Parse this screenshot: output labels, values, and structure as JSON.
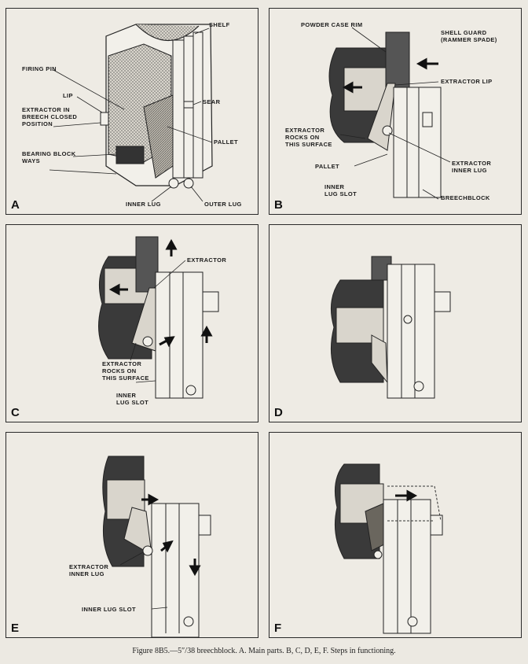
{
  "caption": "Figure 8B5.—5″/38 breechblock.   A. Main parts.   B, C, D, E, F.   Steps in functioning.",
  "panels": {
    "a": {
      "letter": "A",
      "labels": {
        "shelf": "SHELF",
        "firing_pin": "FIRING PIN",
        "lip": "LIP",
        "extractor_closed": "EXTRACTOR IN\nBREECH CLOSED\nPOSITION",
        "sear": "SEAR",
        "pallet": "PALLET",
        "bearing_block": "BEARING BLOCK\nWAYS",
        "inner_lug": "INNER LUG",
        "outer_lug": "OUTER LUG"
      }
    },
    "b": {
      "letter": "B",
      "labels": {
        "powder_case_rim": "POWDER CASE RIM",
        "shell_guard": "SHELL GUARD\n(RAMMER SPADE)",
        "extractor_lip": "EXTRACTOR LIP",
        "extractor_rocks": "EXTRACTOR\nROCKS ON\nTHIS SURFACE",
        "extractor_inner_lug": "EXTRACTOR\nINNER LUG",
        "pallet": "PALLET",
        "inner_lug_slot": "INNER\nLUG SLOT",
        "breechblock": "BREECHBLOCK"
      }
    },
    "c": {
      "letter": "C",
      "labels": {
        "extractor": "EXTRACTOR",
        "extractor_rocks": "EXTRACTOR\nROCKS ON\nTHIS SURFACE",
        "inner_lug_slot": "INNER\nLUG SLOT"
      }
    },
    "d": {
      "letter": "D"
    },
    "e": {
      "letter": "E",
      "labels": {
        "extractor_inner_lug": "EXTRACTOR\nINNER LUG",
        "inner_lug_slot": "INNER LUG SLOT"
      }
    },
    "f": {
      "letter": "F"
    }
  }
}
